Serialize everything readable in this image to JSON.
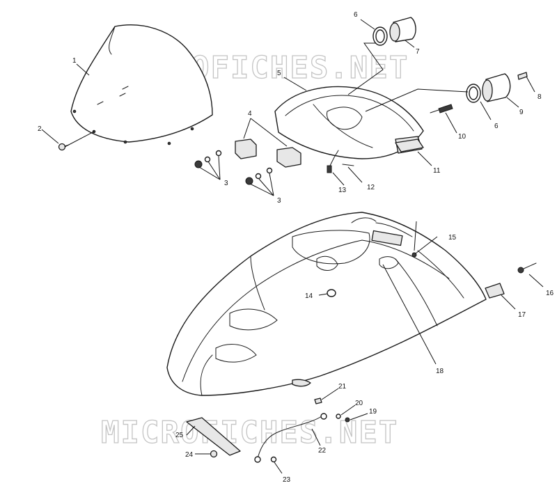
{
  "watermark": {
    "text": "MICROFICHES.NET"
  },
  "callouts": {
    "c1": "1",
    "c2": "2",
    "c3a": "3",
    "c3b": "3",
    "c4": "4",
    "c5": "5",
    "c6a": "6",
    "c6b": "6",
    "c7": "7",
    "c8": "8",
    "c9": "9",
    "c10": "10",
    "c11": "11",
    "c12": "12",
    "c13": "13",
    "c14": "14",
    "c15": "15",
    "c16": "16",
    "c17": "17",
    "c18": "18",
    "c19": "19",
    "c20": "20",
    "c21": "21",
    "c22": "22",
    "c23": "23",
    "c24": "24",
    "c25": "25"
  },
  "colors": {
    "line": "#1a1a1a",
    "watermark": "#c4c4c4",
    "background": "#ffffff"
  }
}
